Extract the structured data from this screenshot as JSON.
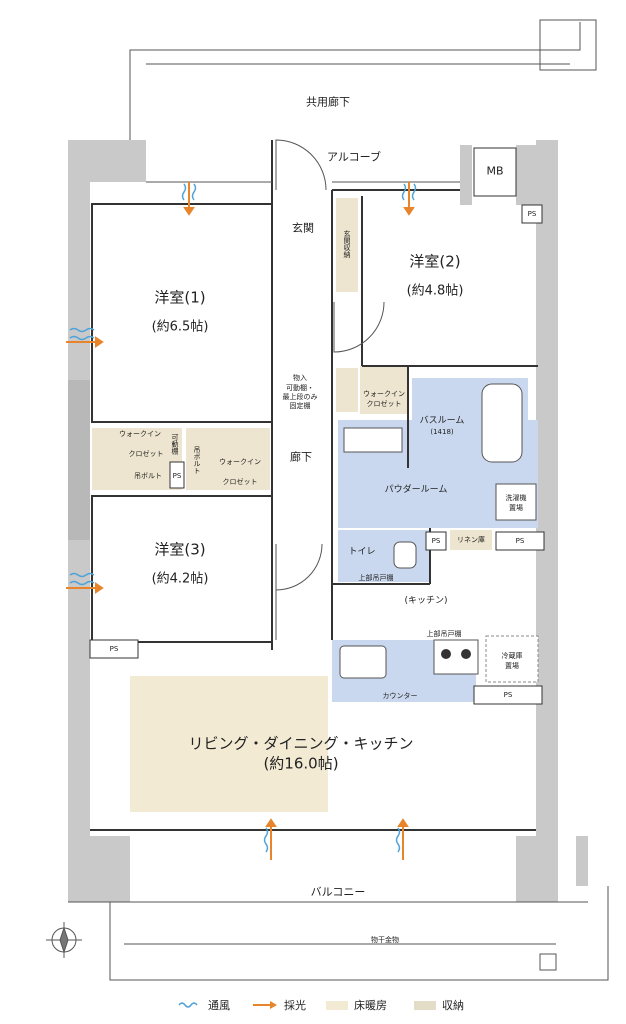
{
  "common_corridor": "共用廊下",
  "alcove": "アルコーブ",
  "mb": "MB",
  "ps": "PS",
  "entrance": "玄関",
  "entrance_storage": "玄関収納",
  "rooms": {
    "western1": {
      "name": "洋室(1)",
      "size": "(約6.5帖)"
    },
    "western2": {
      "name": "洋室(2)",
      "size": "(約4.8帖)"
    },
    "western3": {
      "name": "洋室(3)",
      "size": "(約4.2帖)"
    },
    "ldk": {
      "name": "リビング・ダイニング・キッチン",
      "size": "(約16.0帖)"
    }
  },
  "storage_note": {
    "line1": "物入",
    "line2": "可動棚・",
    "line3": "最上段のみ",
    "line4": "固定棚"
  },
  "walkin_closet": {
    "line1": "ウォークイン",
    "line2": "クロゼット"
  },
  "hanging_pole": "吊ボルト",
  "movable_shelf": "可動棚",
  "hallway": "廊下",
  "bathroom": {
    "name": "バスルーム",
    "size": "(1418)"
  },
  "powder_room": "パウダールーム",
  "washer_area": {
    "line1": "洗濯機",
    "line2": "置場"
  },
  "linen": "リネン庫",
  "toilet": "トイレ",
  "upper_cabinet": "上部吊戸棚",
  "kitchen": "(キッチン)",
  "fridge_area": {
    "line1": "冷蔵庫",
    "line2": "置場"
  },
  "counter": "カウンター",
  "balcony": "バルコニー",
  "clothes_hanger": "物干金物",
  "legend": [
    {
      "key": "ventilation",
      "label": "通風",
      "color": "#4fa3d8"
    },
    {
      "key": "daylight",
      "label": "採光",
      "color": "#e8842a"
    },
    {
      "key": "floor_heating",
      "label": "床暖房",
      "color": "#f2ead3"
    },
    {
      "key": "storage",
      "label": "収納",
      "color": "#e3dcc7"
    }
  ],
  "colors": {
    "wall": "#c9c9c9",
    "wet_area": "#c9d8ef",
    "floor_heating": "#f2ead3",
    "storage": "#ede5cf"
  }
}
